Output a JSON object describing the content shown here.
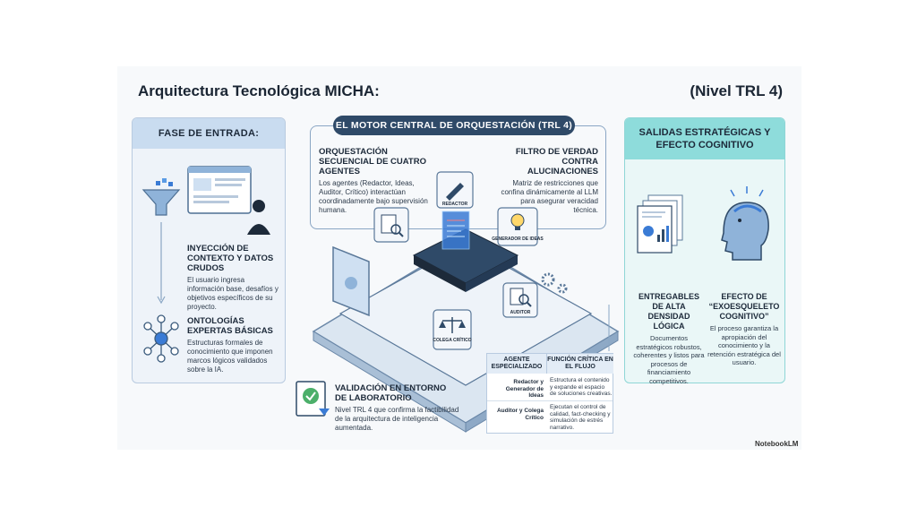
{
  "header": {
    "title_left": "Arquitectura Tecnológica MICHA:",
    "title_right": "(Nivel TRL 4)"
  },
  "left_panel": {
    "title": "FASE DE ENTRADA:",
    "item1": {
      "heading": "INYECCIÓN DE CONTEXTO Y DATOS CRUDOS",
      "text": "El usuario ingresa información base, desafíos y objetivos específicos de su proyecto."
    },
    "item2": {
      "heading": "ONTOLOGÍAS EXPERTAS BÁSICAS",
      "text": "Estructuras formales de conocimiento que imponen marcos lógicos validados sobre la IA."
    }
  },
  "center": {
    "title": "EL MOTOR CENTRAL DE ORQUESTACIÓN (TRL 4)",
    "orchestration": {
      "heading": "ORQUESTACIÓN SECUENCIAL DE CUATRO AGENTES",
      "text": "Los agentes (Redactor, Ideas, Auditor, Crítico) interactúan coordinadamente bajo supervisión humana."
    },
    "filter": {
      "heading": "FILTRO DE VERDAD CONTRA ALUCINACIONES",
      "text": "Matriz de restricciones que confina dinámicamente al LLM para asegurar veracidad técnica."
    },
    "chips": {
      "redactor": "REDACTOR",
      "ideas": "GENERADOR DE IDEAS",
      "auditor": "AUDITOR",
      "critico": "COLEGA CRÍTICO"
    },
    "validation": {
      "heading": "VALIDACIÓN EN ENTORNO DE LABORATORIO",
      "text": "Nivel TRL 4 que confirma la factibilidad de la arquitectura de inteligencia aumentada."
    }
  },
  "table": {
    "col1": "AGENTE ESPECIALIZADO",
    "col2": "FUNCIÓN CRÍTICA EN EL FLUJO",
    "rows": [
      {
        "agent": "Redactor y Generador de Ideas",
        "function": "Estructura el contenido y expande el espacio de soluciones creativas."
      },
      {
        "agent": "Auditor y Colega Crítico",
        "function": "Ejecutan el control de calidad, fact-checking y simulación de estrés narrativo."
      }
    ]
  },
  "right_panel": {
    "title": "SALIDAS ESTRATÉGICAS Y EFECTO COGNITIVO",
    "col1": {
      "heading": "ENTREGABLES DE ALTA DENSIDAD LÓGICA",
      "text": "Documentos estratégicos robustos, coherentes y listos para procesos de financiamiento competitivos."
    },
    "col2": {
      "heading": "EFECTO DE “EXOESQUELETO COGNITIVO”",
      "text": "El proceso garantiza la apropiación del conocimiento y la retención estratégica del usuario."
    }
  },
  "watermark": "NotebookLM",
  "colors": {
    "navy": "#2f4a68",
    "light_blue": "#c9dcf0",
    "teal": "#8edcdb",
    "accent_blue": "#3a7bd5"
  }
}
